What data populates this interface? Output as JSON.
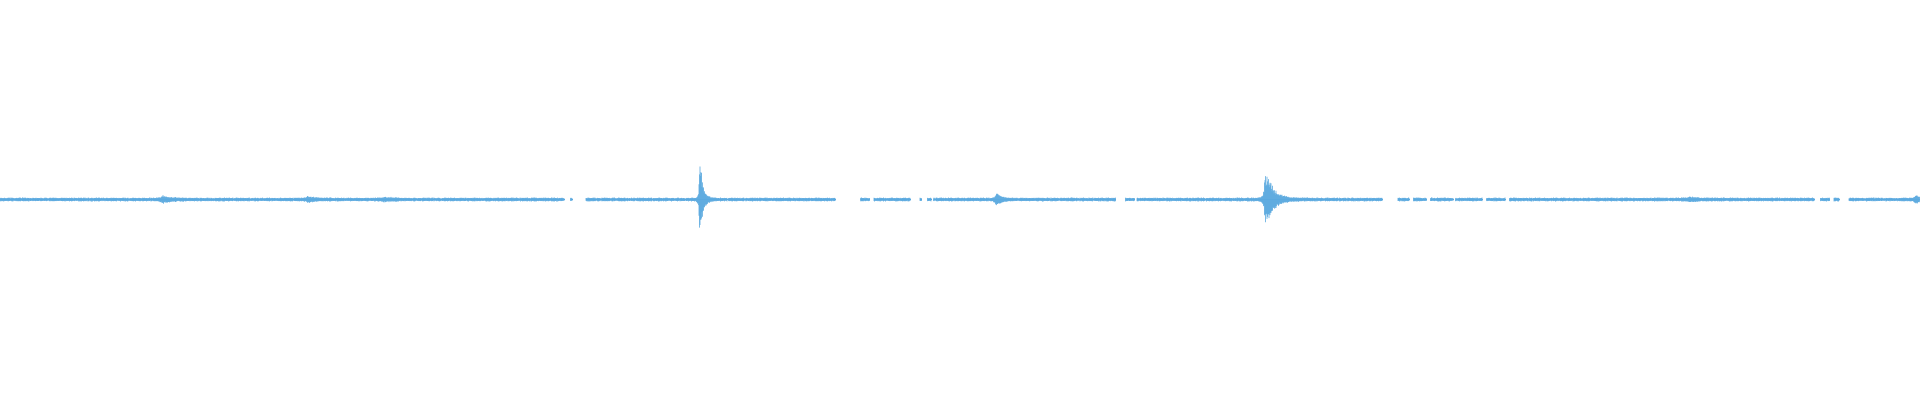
{
  "waveform": {
    "color": "#5aa9df",
    "background": "#ffffff",
    "baseline_fraction": 0.5,
    "peaks": [
      {
        "position": 0.085,
        "amplitude": 0.015,
        "decay": 0.004
      },
      {
        "position": 0.16,
        "amplitude": 0.01,
        "decay": 0.004
      },
      {
        "position": 0.2,
        "amplitude": 0.008,
        "decay": 0.004
      },
      {
        "position": 0.365,
        "amplitude": 0.06,
        "decay": 0.002
      },
      {
        "position": 0.3645,
        "amplitude": 0.2,
        "decay": 0.0012
      },
      {
        "position": 0.519,
        "amplitude": 0.04,
        "decay": 0.002
      },
      {
        "position": 0.659,
        "amplitude": 0.17,
        "decay": 0.0015
      },
      {
        "position": 0.661,
        "amplitude": 0.09,
        "decay": 0.004
      },
      {
        "position": 0.88,
        "amplitude": 0.008,
        "decay": 0.006
      },
      {
        "position": 0.998,
        "amplitude": 0.018,
        "decay": 0.003
      }
    ],
    "silent_gaps": [
      [
        0.294,
        0.297
      ],
      [
        0.298,
        0.305
      ],
      [
        0.435,
        0.448
      ],
      [
        0.453,
        0.455
      ],
      [
        0.474,
        0.479
      ],
      [
        0.48,
        0.483
      ],
      [
        0.485,
        0.486
      ],
      [
        0.581,
        0.586
      ],
      [
        0.591,
        0.592
      ],
      [
        0.72,
        0.728
      ],
      [
        0.734,
        0.736
      ],
      [
        0.743,
        0.745
      ],
      [
        0.757,
        0.758
      ],
      [
        0.772,
        0.774
      ],
      [
        0.784,
        0.786
      ],
      [
        0.945,
        0.948
      ],
      [
        0.953,
        0.955
      ],
      [
        0.958,
        0.963
      ]
    ]
  }
}
